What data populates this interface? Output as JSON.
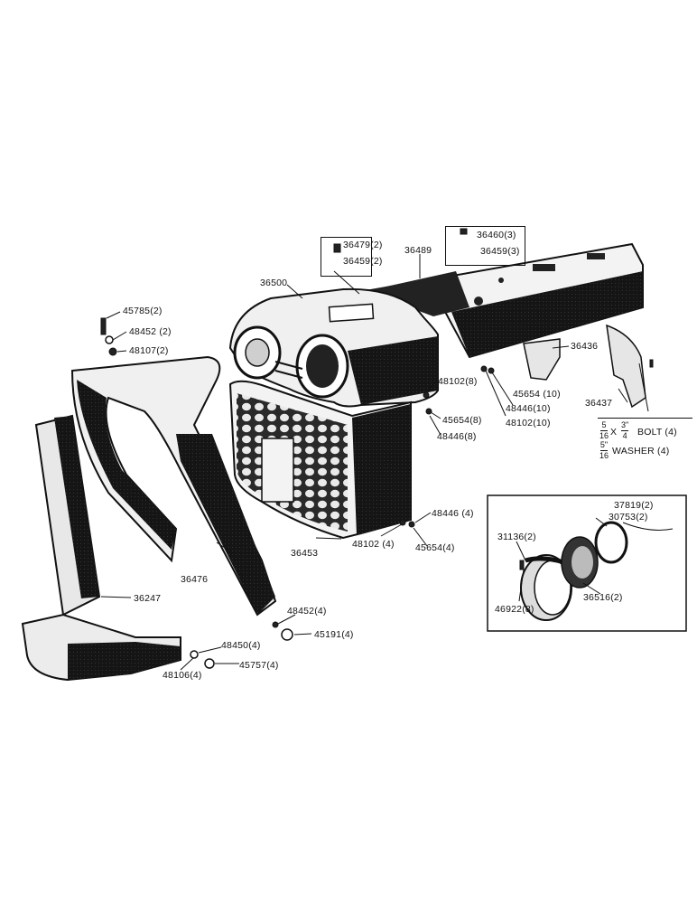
{
  "parts": {
    "p36479": "36479(2)",
    "p36459a": "36459(2)",
    "p36460": "36460(3)",
    "p36459b": "36459(3)",
    "p36489": "36489",
    "p36500": "36500",
    "p45785": "45785(2)",
    "p48452a": "48452 (2)",
    "p48107": "48107(2)",
    "p36436": "36436",
    "p48102a": "48102(8)",
    "p45654a": "45654 (10)",
    "p48446a": "48446(10)",
    "p48102b": "48102(10)",
    "p45654b": "45654(8)",
    "p48446b": "48446(8)",
    "p36437": "36437",
    "p48446c": "48446 (4)",
    "p48102c": "48102 (4)",
    "p45654c": "45654(4)",
    "p36453": "36453",
    "p36476": "36476",
    "p36247": "36247",
    "p48452b": "48452(4)",
    "p45191": "45191(4)",
    "p48450": "48450(4)",
    "p45757": "45757(4)",
    "p48106": "48106(4)",
    "p37819": "37819(2)",
    "p30753": "30753(2)",
    "p31136": "31136(2)",
    "p36516": "36516(2)",
    "p46922": "46922(8)"
  },
  "note": {
    "bolt_num": "5",
    "bolt_den": "16",
    "bolt_x": "X",
    "bolt_len_num": "3\"",
    "bolt_len_den": "4",
    "bolt_text": "BOLT (4)",
    "washer_num": "5\"",
    "washer_den": "16",
    "washer_text": "WASHER (4)"
  }
}
